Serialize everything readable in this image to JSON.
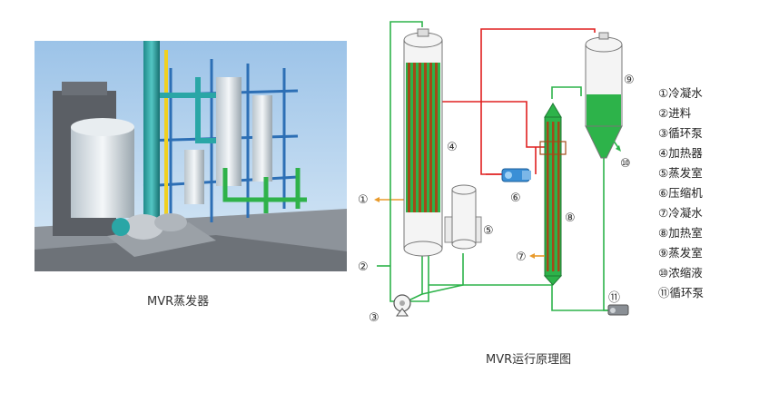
{
  "captions": {
    "left": "MVR蒸发器",
    "right": "MVR运行原理图"
  },
  "diagram": {
    "markers": {
      "m1": "①",
      "m2": "②",
      "m3": "③",
      "m4": "④",
      "m5": "⑤",
      "m6": "⑥",
      "m7": "⑦",
      "m8": "⑧",
      "m9": "⑨",
      "m10": "⑩",
      "m11": "⑪"
    },
    "colors": {
      "steam": "#e02020",
      "liquid": "#2db34a",
      "cooling": "#e89a2c",
      "vessel": "#f4f4f4",
      "tube": "#a34a18",
      "tube_hl": "#32a048",
      "compressor": "#3a8fd6"
    }
  },
  "legend": [
    "①冷凝水",
    "②进料",
    "③循环泵",
    "④加热器",
    "⑤蒸发室",
    "⑥压缩机",
    "⑦冷凝水",
    "⑧加热室",
    "⑨蒸发室",
    "⑩浓缩液",
    "⑪循环泵"
  ]
}
